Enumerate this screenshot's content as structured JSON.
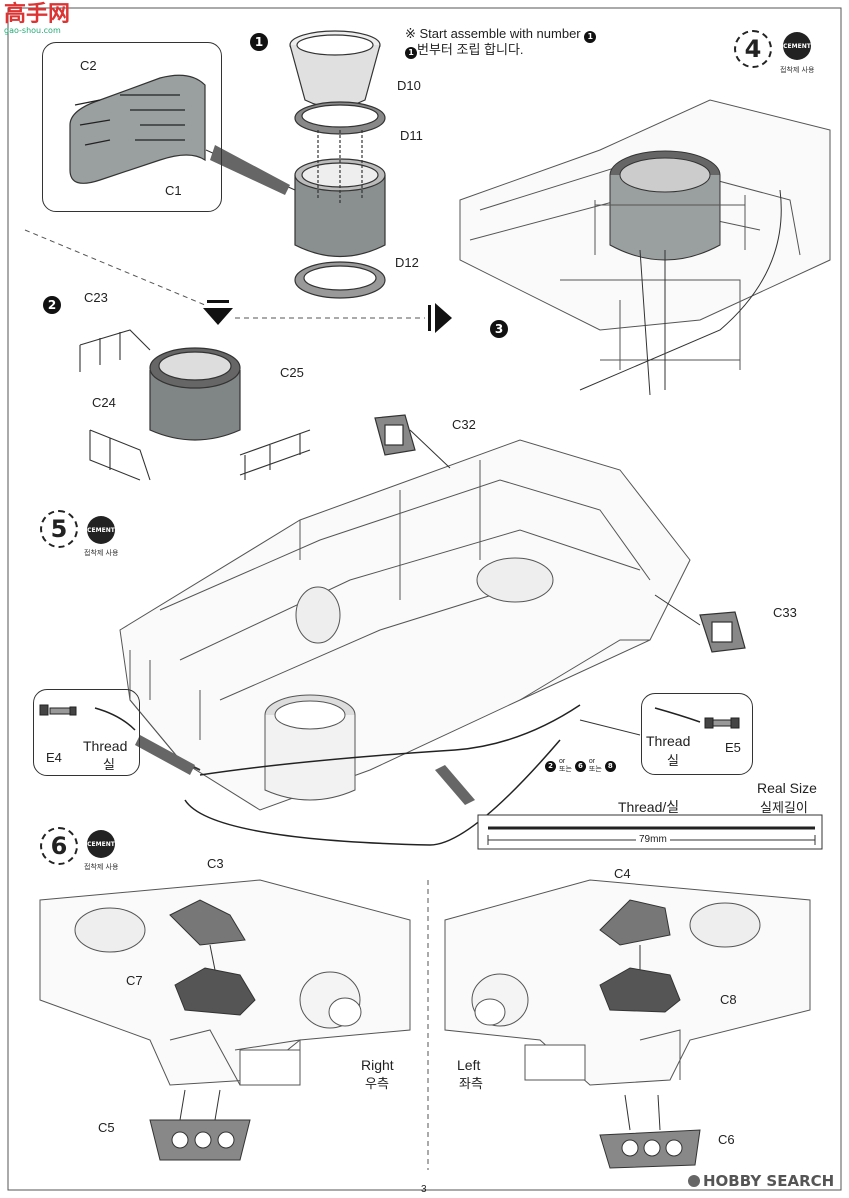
{
  "watermark_top": {
    "logo_text": "高手网",
    "url": "gao-shou.com"
  },
  "notice": {
    "line1": "※ Start assemble with number",
    "line2": "번부터 조립 합니다."
  },
  "step_numbers": {
    "s1": "1",
    "s2": "2",
    "s3": "3",
    "s4": "4",
    "s5": "5",
    "s6": "6"
  },
  "cement": {
    "label": "CEMENT",
    "caption": "접착제 사용"
  },
  "parts": {
    "c1": "C1",
    "c2": "C2",
    "d10": "D10",
    "d11": "D11",
    "d12": "D12",
    "c23": "C23",
    "c24": "C24",
    "c25": "C25",
    "c32": "C32",
    "c33": "C33",
    "e4": "E4",
    "e5": "E5",
    "c3": "C3",
    "c4": "C4",
    "c5": "C5",
    "c6": "C6",
    "c7": "C7",
    "c8": "C8"
  },
  "thread_left": {
    "en": "Thread",
    "kr": "실"
  },
  "thread_right": {
    "en": "Thread",
    "kr": "실"
  },
  "option_note": {
    "a": "2",
    "or1": "or",
    "or1_kr": "또는",
    "b": "6",
    "or2": "or",
    "or2_kr": "또는",
    "c": "8"
  },
  "real_size": {
    "en": "Real Size",
    "kr": "실제길이",
    "thread": "Thread/실",
    "length": "79mm"
  },
  "sides": {
    "right_en": "Right",
    "right_kr": "우측",
    "left_en": "Left",
    "left_kr": "좌측"
  },
  "footer": {
    "page": "3",
    "brand": "HOBBY SEARCH"
  }
}
